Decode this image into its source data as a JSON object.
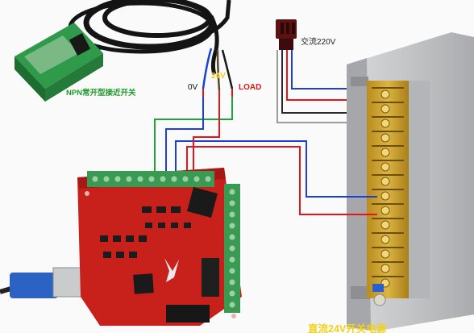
{
  "labels": {
    "npn_sensor": "NPN常开型接近开关",
    "v0": "0V",
    "v24": "24V",
    "load": "LOAD",
    "ac_input": "交流220V",
    "psu_title": "直流24V开关电源"
  },
  "colors": {
    "wire_green": "#1fa33a",
    "wire_blue": "#1d3fd6",
    "wire_red": "#e0161b",
    "wire_dark": "#2a2a2a",
    "board_red": "#c8211c",
    "terminal_green": "#3b9a52",
    "psu_metal": "#c4c6c8",
    "psu_terminal": "#c9a32c"
  },
  "icons": {
    "sensor": "npn-proximity-sensor-icon",
    "plug": "ac-power-plug-icon",
    "board": "control-board-icon",
    "usb": "usb-cable-icon",
    "psu": "switching-power-supply-icon"
  }
}
